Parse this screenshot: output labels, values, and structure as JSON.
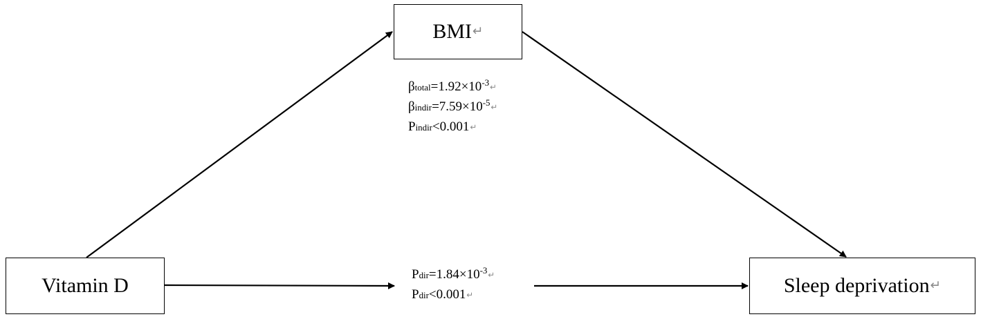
{
  "nodes": {
    "bmi": "BMI",
    "vitamin_d": "Vitamin D",
    "sleep_deprivation": "Sleep deprivation"
  },
  "return_mark": "↵",
  "indirect_stats": [
    {
      "symbol": "β",
      "subscript": "total",
      "value": "=1.92×10",
      "exponent": "-3"
    },
    {
      "symbol": "β",
      "subscript": "indir",
      "value": "=7.59×10",
      "exponent": "-5"
    },
    {
      "symbol": "P",
      "subscript": "indir",
      "value": "<0.001",
      "exponent": ""
    }
  ],
  "direct_stats": [
    {
      "symbol": "P",
      "subscript": "dir",
      "value": "=1.84×10",
      "exponent": "-3"
    },
    {
      "symbol": "P",
      "subscript": "dir",
      "value": "<0.001",
      "exponent": ""
    }
  ],
  "colors": {
    "stroke": "#000000",
    "return_mark": "#8a8a8a",
    "background": "#ffffff"
  }
}
